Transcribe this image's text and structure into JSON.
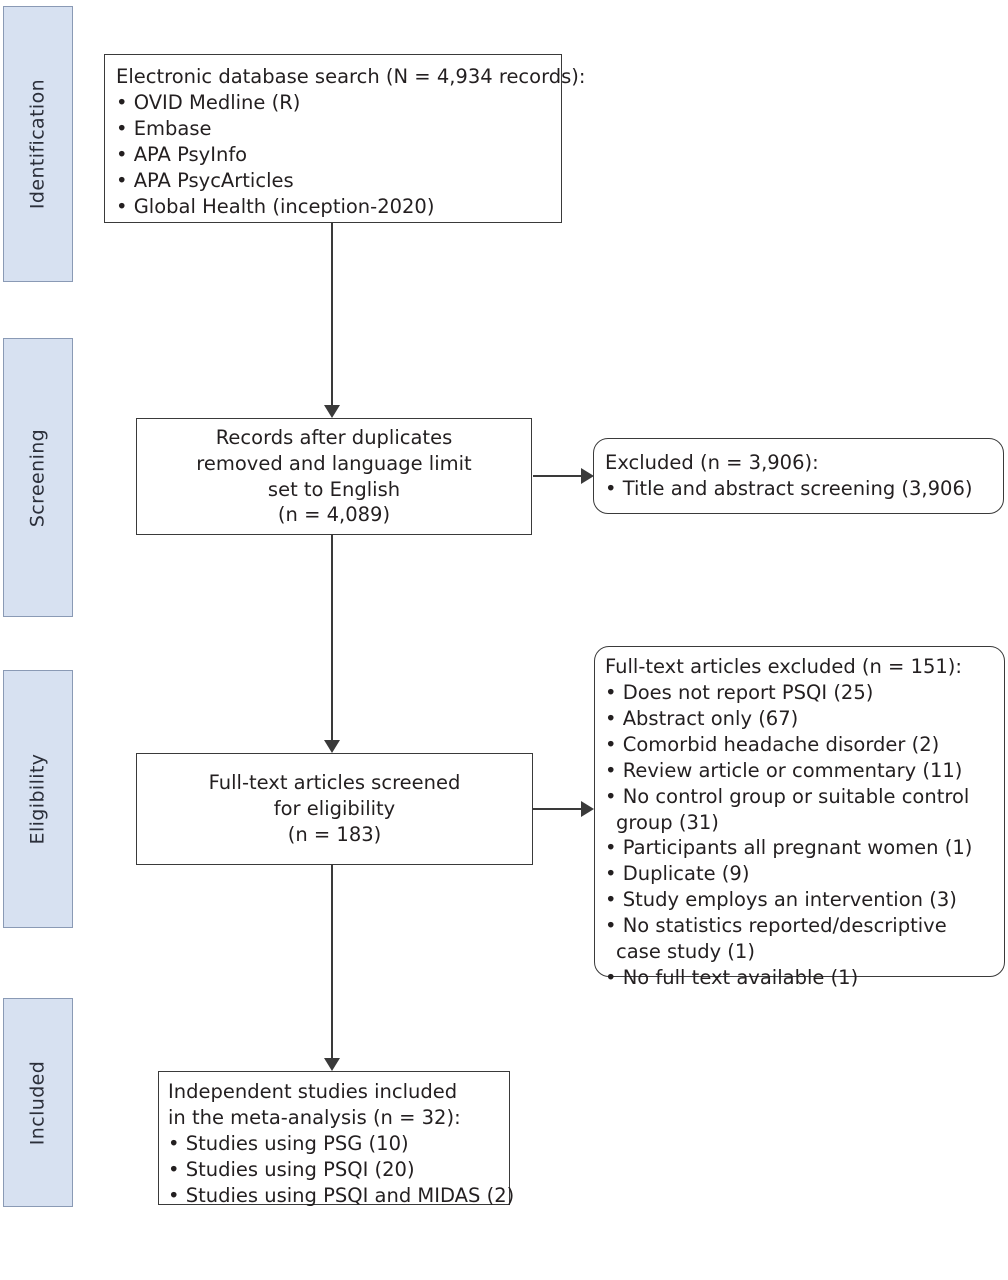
{
  "diagram": {
    "type": "prisma-flow-diagram",
    "stages": [
      {
        "id": "identification",
        "label": "Identification"
      },
      {
        "id": "screening",
        "label": "Screening"
      },
      {
        "id": "eligibility",
        "label": "Eligibility"
      },
      {
        "id": "included",
        "label": "Included"
      }
    ],
    "colors": {
      "stage_fill": "#d7e1f1",
      "stage_border": "#8a9ab5",
      "box_border": "#3a3a3a",
      "text": "#231f20",
      "background": "#ffffff"
    },
    "nodes": {
      "search": {
        "heading": "Electronic database search (N = 4,934 records):",
        "items": [
          "• OVID Medline (R)",
          "• Embase",
          "• APA PsyInfo",
          "• APA PsycArticles",
          "• Global Health (inception-2020)"
        ]
      },
      "records": {
        "lines": [
          "Records after duplicates",
          "removed and language limit",
          "set to English",
          "(n = 4,089)"
        ]
      },
      "excluded_screening": {
        "heading": "Excluded (n = 3,906):",
        "items": [
          "• Title and abstract screening (3,906)"
        ]
      },
      "fulltext_screened": {
        "lines": [
          "Full-text articles screened",
          "for eligibility",
          "(n = 183)"
        ]
      },
      "excluded_fulltext": {
        "heading": "Full-text articles excluded (n = 151):",
        "items": [
          "• Does not report PSQI (25)",
          "• Abstract only (67)",
          "• Comorbid headache disorder (2)",
          "• Review article or commentary (11)",
          "• No control group or suitable control group (31)",
          "• Participants all pregnant women (1)",
          "• Duplicate (9)",
          "• Study employs an intervention (3)",
          "• No statistics reported/descriptive case study (1)",
          "• No full text available (1)"
        ]
      },
      "included_studies": {
        "lines": [
          "Independent studies included",
          "in the meta-analysis (n = 32):"
        ],
        "items": [
          "• Studies using PSG (10)",
          "• Studies using PSQI (20)",
          "• Studies using PSQI and MIDAS (2)"
        ]
      }
    },
    "counts": {
      "records_identified": "4,934",
      "records_after_duplicates": "4,089",
      "excluded_title_abstract": "3,906",
      "fulltext_screened": "183",
      "fulltext_excluded": "151",
      "studies_included": "32"
    }
  }
}
